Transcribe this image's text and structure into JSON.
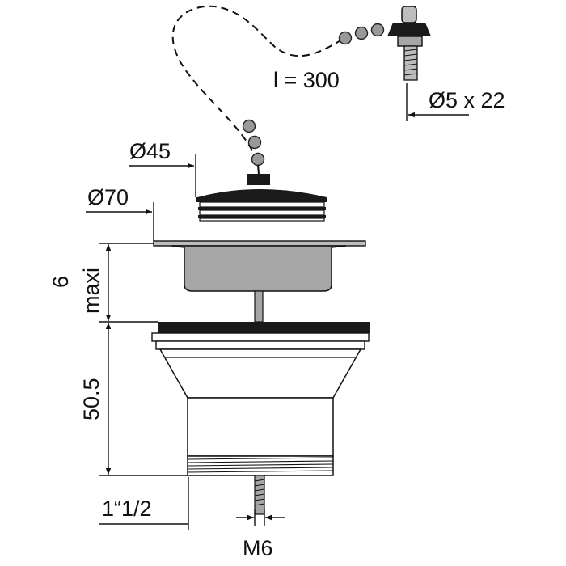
{
  "labels": {
    "chain_length": "l = 300",
    "pin_size": "Ø5 x 22",
    "stopper_diameter": "Ø45",
    "flange_diameter": "Ø70",
    "gap_max_value": "6",
    "gap_max_unit": "maxi",
    "body_height": "50.5",
    "thread_size": "1“1/2",
    "bolt_thread": "M6"
  },
  "colors": {
    "line": "#111111",
    "metal_fill": "#a6a6a6",
    "metal_fill_light": "#bdbdbd",
    "dark": "#1a1a1a",
    "bead": "#999999"
  }
}
